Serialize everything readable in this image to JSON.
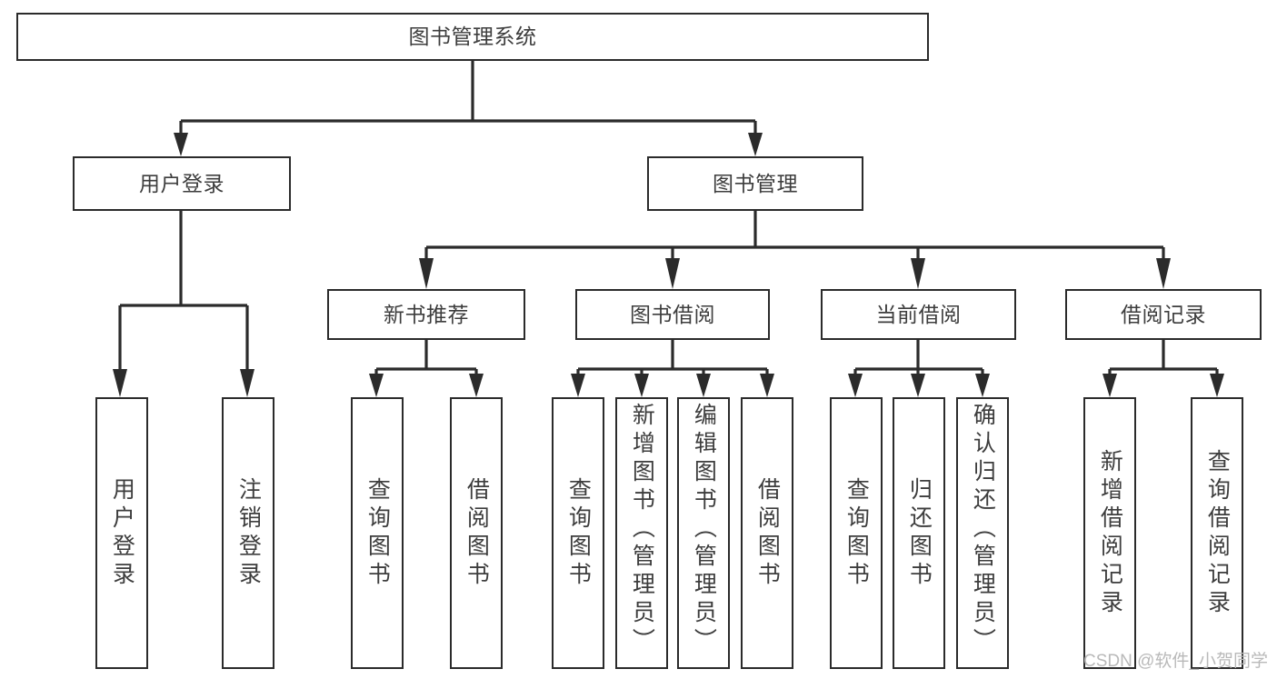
{
  "diagram": {
    "type": "tree",
    "title": "图书管理系统",
    "orientation": "top-down",
    "line_color": "#2b2b2b",
    "box_fill": "#ffffff",
    "text_color": "#3d3d3d",
    "watermark": "CSDN @软件_小贺同学"
  },
  "nodes": {
    "root": {
      "label": "图书管理系统",
      "level": 1
    },
    "level2": [
      {
        "id": "user-login",
        "label": "用户登录"
      },
      {
        "id": "book-management",
        "label": "图书管理"
      }
    ],
    "level3": [
      {
        "id": "new-book-recommend",
        "label": "新书推荐"
      },
      {
        "id": "book-borrow",
        "label": "图书借阅"
      },
      {
        "id": "current-borrow",
        "label": "当前借阅"
      },
      {
        "id": "borrow-record",
        "label": "借阅记录"
      }
    ],
    "leaves": {
      "user-login": [
        {
          "id": "leaf-user-login",
          "label": "用户登录"
        },
        {
          "id": "leaf-logout-login",
          "label": "注销登录"
        }
      ],
      "new-book-recommend": [
        {
          "id": "leaf-query-book-1",
          "label": "查询图书"
        },
        {
          "id": "leaf-borrow-book-1",
          "label": "借阅图书"
        }
      ],
      "book-borrow": [
        {
          "id": "leaf-query-book-2",
          "label": "查询图书"
        },
        {
          "id": "leaf-add-book",
          "label": "新增图书（管理员）"
        },
        {
          "id": "leaf-edit-book",
          "label": "编辑图书（管理员）"
        },
        {
          "id": "leaf-borrow-book-2",
          "label": "借阅图书"
        }
      ],
      "current-borrow": [
        {
          "id": "leaf-query-book-3",
          "label": "查询图书"
        },
        {
          "id": "leaf-return-book",
          "label": "归还图书"
        },
        {
          "id": "leaf-confirm-return",
          "label": "确认归还（管理员）"
        }
      ],
      "borrow-record": [
        {
          "id": "leaf-add-record",
          "label": "新增借阅记录"
        },
        {
          "id": "leaf-query-record",
          "label": "查询借阅记录"
        }
      ]
    }
  }
}
